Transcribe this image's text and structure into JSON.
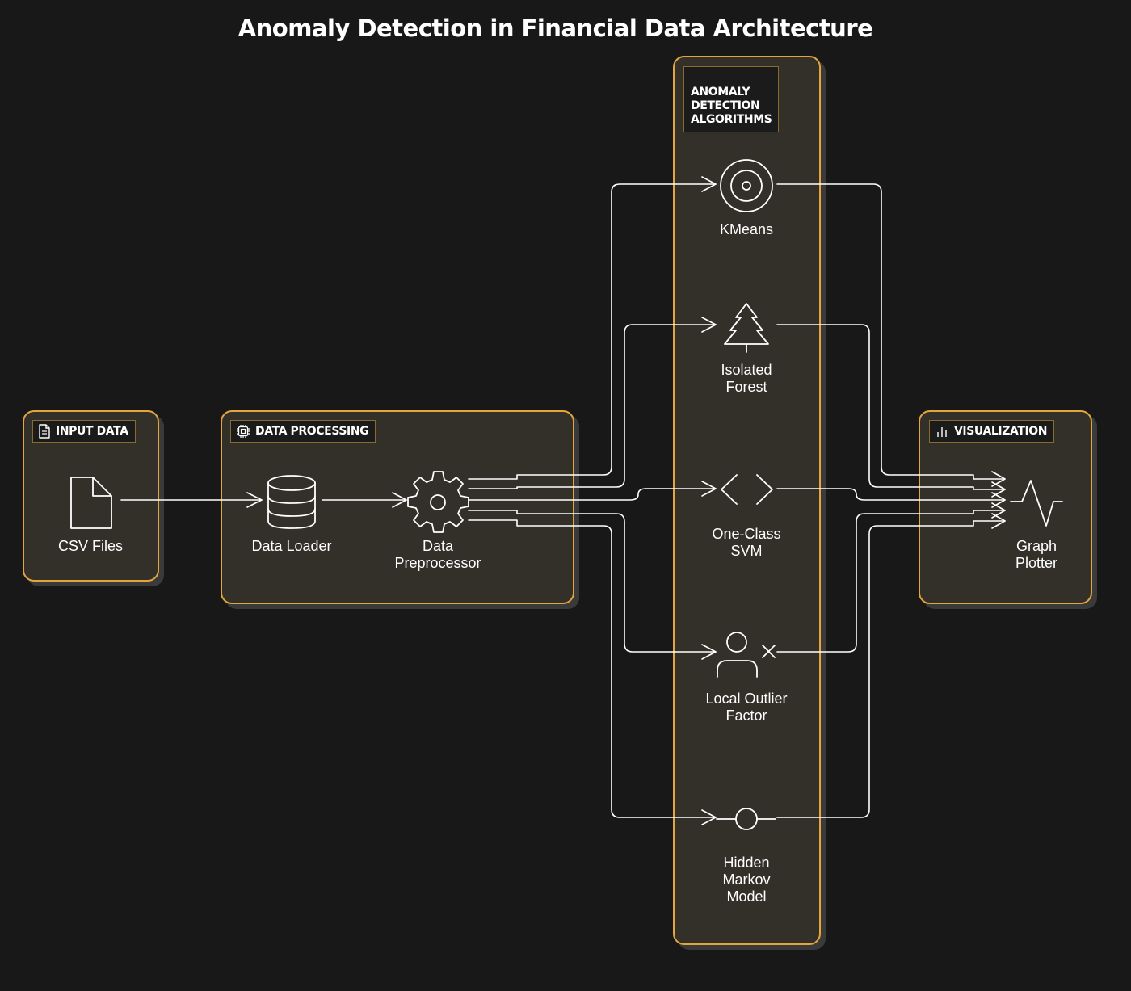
{
  "title": "Anomaly Detection in Financial Data Architecture",
  "colors": {
    "background": "#181818",
    "group_fill": "#333029",
    "group_border": "#e3a53c",
    "line": "#ffffff"
  },
  "groups": {
    "input_data": {
      "label": "INPUT DATA",
      "icon": "document-icon"
    },
    "data_processing": {
      "label": "DATA PROCESSING",
      "icon": "cpu-icon"
    },
    "algorithms": {
      "label": "ANOMALY\nDETECTION\nALGORITHMS"
    },
    "visualization": {
      "label": "VISUALIZATION",
      "icon": "bar-chart-icon"
    }
  },
  "nodes": {
    "csv_files": {
      "label": "CSV Files",
      "icon": "file-icon"
    },
    "data_loader": {
      "label": "Data Loader",
      "icon": "database-icon"
    },
    "data_preprocessor": {
      "label": "Data\nPreprocessor",
      "icon": "gear-icon"
    },
    "kmeans": {
      "label": "KMeans",
      "icon": "target-icon"
    },
    "isolated_forest": {
      "label": "Isolated\nForest",
      "icon": "tree-icon"
    },
    "one_class_svm": {
      "label": "One-Class\nSVM",
      "icon": "code-brackets-icon"
    },
    "local_outlier_factor": {
      "label": "Local Outlier\nFactor",
      "icon": "user-x-icon"
    },
    "hidden_markov_model": {
      "label": "Hidden\nMarkov\nModel",
      "icon": "node-icon"
    },
    "graph_plotter": {
      "label": "Graph\nPlotter",
      "icon": "pulse-icon"
    }
  },
  "edges": [
    {
      "from": "CSV Files",
      "to": "Data Loader"
    },
    {
      "from": "Data Loader",
      "to": "Data Preprocessor"
    },
    {
      "from": "Data Preprocessor",
      "to": "KMeans"
    },
    {
      "from": "Data Preprocessor",
      "to": "Isolated Forest"
    },
    {
      "from": "Data Preprocessor",
      "to": "One-Class SVM"
    },
    {
      "from": "Data Preprocessor",
      "to": "Local Outlier Factor"
    },
    {
      "from": "Data Preprocessor",
      "to": "Hidden Markov Model"
    },
    {
      "from": "KMeans",
      "to": "Graph Plotter"
    },
    {
      "from": "Isolated Forest",
      "to": "Graph Plotter"
    },
    {
      "from": "One-Class SVM",
      "to": "Graph Plotter"
    },
    {
      "from": "Local Outlier Factor",
      "to": "Graph Plotter"
    },
    {
      "from": "Hidden Markov Model",
      "to": "Graph Plotter"
    }
  ]
}
